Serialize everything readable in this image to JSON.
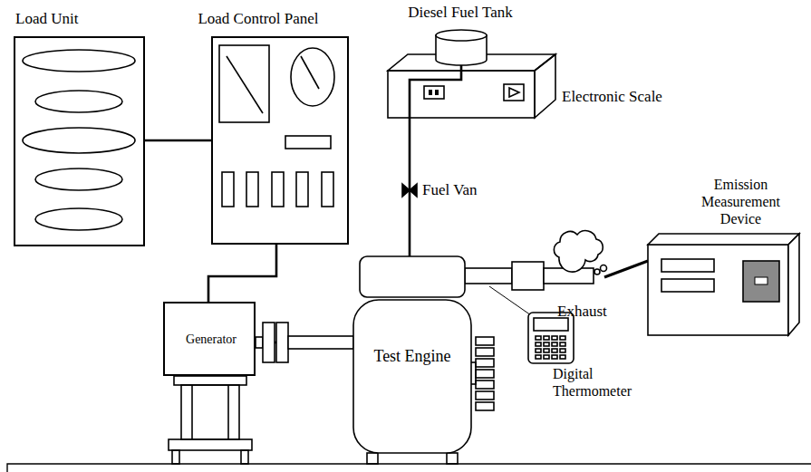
{
  "diagram": {
    "nodes": [
      {
        "text": [
          "Load Unit"
        ]
      },
      {
        "text": [
          "Load Control Panel"
        ]
      },
      {
        "text": [
          "Diesel Fuel Tank"
        ]
      },
      {
        "text": [
          "Electronic Scale"
        ]
      },
      {
        "text": [
          "Test Engine"
        ]
      },
      {
        "text": [
          "Generator"
        ]
      },
      {
        "text": [
          "Digital Thermometer"
        ]
      },
      {
        "text": [
          "Emission Measurement Device"
        ]
      }
    ],
    "edges": [
      {
        "from": 0,
        "to": 1,
        "arrow": "none"
      },
      {
        "from": 1,
        "to": 5,
        "arrow": "none"
      },
      {
        "from": 2,
        "to": 4,
        "arrow": "none"
      },
      {
        "from": 5,
        "to": 4,
        "arrow": "none"
      }
    ],
    "labels": [
      "Fuel Van",
      "Exhaust"
    ]
  }
}
